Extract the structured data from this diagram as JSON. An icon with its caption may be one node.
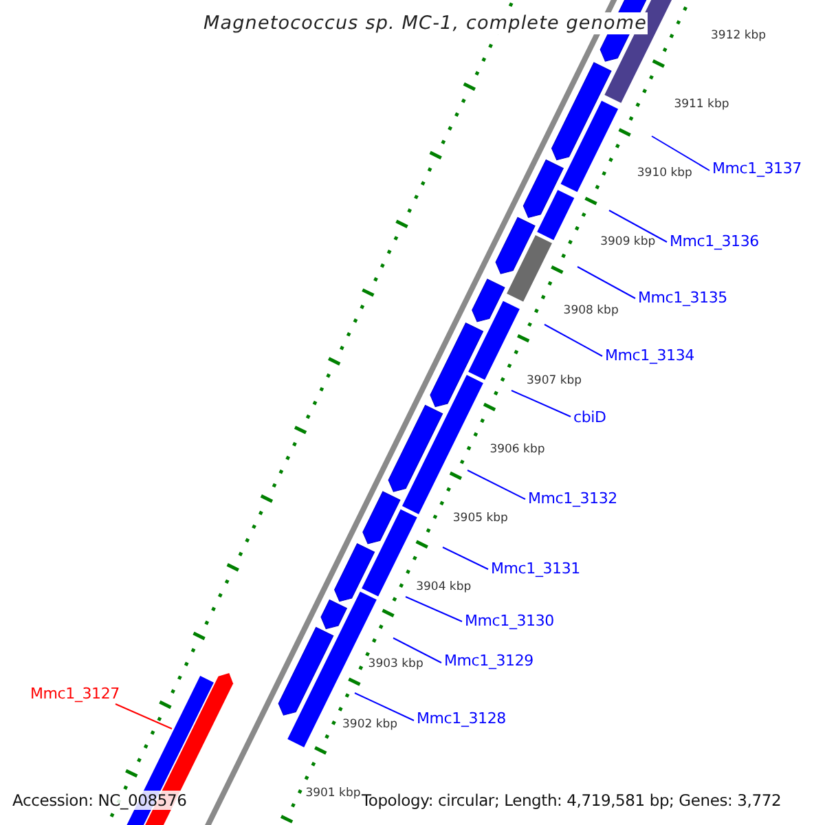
{
  "diagram": {
    "title": "Magnetococcus sp. MC-1, complete genome",
    "nodes": [
      {
        "text": [
          "Mmc1_3137"
        ]
      },
      {
        "text": [
          "Mmc1_3136"
        ]
      },
      {
        "text": [
          "Mmc1_3135"
        ]
      },
      {
        "text": [
          "Mmc1_3134"
        ]
      },
      {
        "text": [
          "cbiD"
        ]
      },
      {
        "text": [
          "Mmc1_3132"
        ]
      },
      {
        "text": [
          "Mmc1_3131"
        ]
      },
      {
        "text": [
          "Mmc1_3130"
        ]
      },
      {
        "text": [
          "Mmc1_3129"
        ]
      },
      {
        "text": [
          "Mmc1_3127"
        ]
      },
      {
        "text": [
          "Mmc1_3128"
        ]
      }
    ],
    "edges": [
      {
        "from": 0,
        "to": null,
        "arrow": "none"
      },
      {
        "from": 1,
        "to": null,
        "arrow": "none"
      },
      {
        "from": 2,
        "to": null,
        "arrow": "none"
      },
      {
        "from": 3,
        "to": null,
        "arrow": "none"
      },
      {
        "from": 4,
        "to": null,
        "arrow": "none"
      },
      {
        "from": 5,
        "to": null,
        "arrow": "none"
      },
      {
        "from": 6,
        "to": null,
        "arrow": "none"
      },
      {
        "from": 7,
        "to": null,
        "arrow": "none"
      },
      {
        "from": 8,
        "to": null,
        "arrow": "none"
      },
      {
        "from": 9,
        "to": null,
        "arrow": "none",
        "color": "#ff0000"
      },
      {
        "from": 10,
        "to": null,
        "arrow": "none"
      }
    ],
    "labels": [
      "3912 kbp",
      "3911 kbp",
      "3910 kbp",
      "3909 kbp",
      "3908 kbp",
      "3907 kbp",
      "3906 kbp",
      "3905 kbp",
      "3904 kbp",
      "3903 kbp",
      "3902 kbp",
      "3901 kbp",
      "Accession: NC_008576",
      "Topology: circular; Length: 4,719,581 bp; Genes: 3,772"
    ]
  }
}
